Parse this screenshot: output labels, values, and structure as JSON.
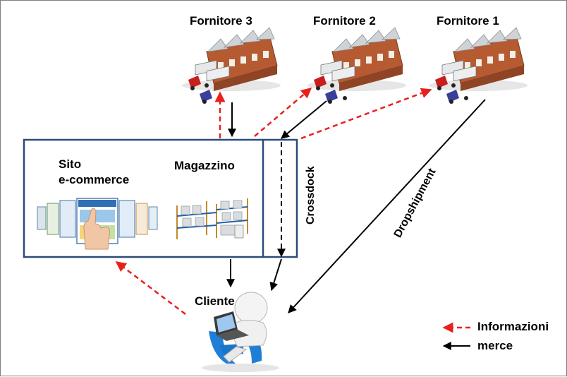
{
  "suppliers": [
    {
      "name": "Fornitore 3"
    },
    {
      "name": "Fornitore 2"
    },
    {
      "name": "Fornitore 1"
    }
  ],
  "company": {
    "ecommerce_label": "Sito\ne-commerce",
    "warehouse_label": "Magazzino"
  },
  "flows": {
    "crossdock_label": "Crossdock",
    "dropshipment_label": "Dropshipment"
  },
  "customer": {
    "label": "Cliente"
  },
  "legend": {
    "information_label": "Informazioni",
    "goods_label": "merce"
  },
  "colors": {
    "information_arrow": "#e8201c",
    "goods_arrow": "#000000",
    "box_border": "#2e4a78",
    "factory_brick": "#b65a32",
    "factory_roof": "#cfd3d6",
    "truck_blue": "#3a3f9a",
    "person_blue": "#1f7fd6"
  }
}
